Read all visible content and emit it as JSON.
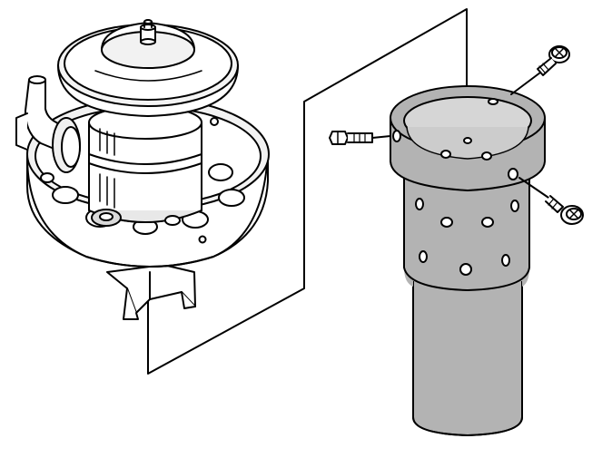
{
  "figure": {
    "parts": [
      {
        "id": "burner-assembly",
        "label": ""
      },
      {
        "id": "perforated-combustion-tube",
        "label": ""
      },
      {
        "id": "mounting-screw-left",
        "label": ""
      },
      {
        "id": "mounting-screw-top-right",
        "label": ""
      },
      {
        "id": "mounting-screw-right",
        "label": ""
      }
    ],
    "colors": {
      "line": "#000000",
      "tube_fill": "#b3b3b3",
      "tube_light": "#d6d6d6",
      "paper": "#ffffff",
      "metal_light": "#e8e8e8"
    }
  }
}
